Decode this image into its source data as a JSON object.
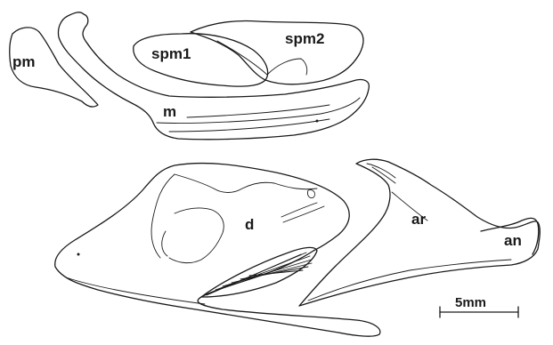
{
  "labels": {
    "premaxilla": "pm",
    "supramaxilla_1": "spm1",
    "supramaxilla_2": "spm2",
    "maxilla": "m",
    "dentary": "d",
    "articular": "ar",
    "angular": "an"
  },
  "scale_bar": {
    "label": "5mm"
  },
  "colors": {
    "ink": "#1a1a1a",
    "background": "#ffffff"
  }
}
